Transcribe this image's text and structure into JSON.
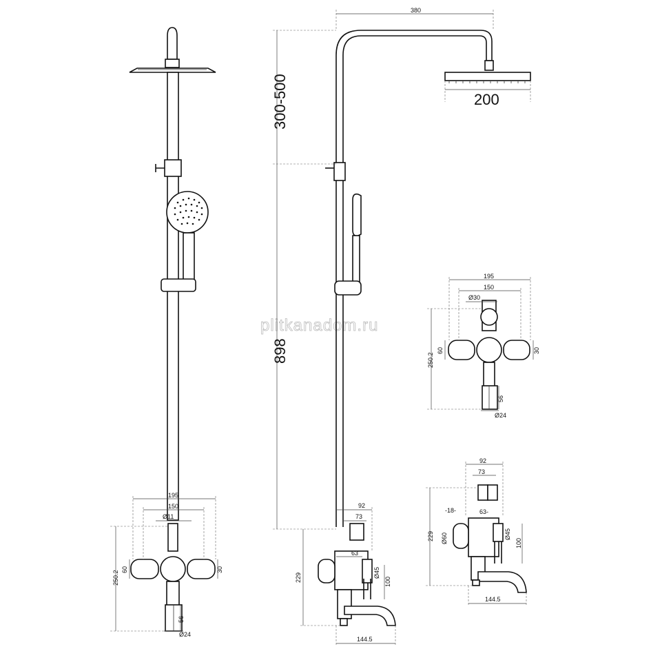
{
  "watermark": "plitkanadom.ru",
  "front_view": {
    "dims": {
      "w195": "195",
      "w150": "150",
      "d11": "Ø11",
      "h60": "60",
      "h250": "250.2",
      "h30": "30",
      "h56": "56",
      "d24": "Ø24"
    }
  },
  "side_view": {
    "dims": {
      "top380": "380",
      "head200": "200",
      "range300": "300-500",
      "bar898": "898",
      "w92": "92",
      "w73": "73",
      "w63": "63",
      "d45": "Ø45",
      "h100": "100",
      "h229": "229",
      "w144": "144.5"
    }
  },
  "detail_front": {
    "dims": {
      "w195": "195",
      "w150": "150",
      "d30": "Ø30",
      "h60": "60",
      "h250": "250.2",
      "h30": "30",
      "h56": "56",
      "d24": "Ø24"
    }
  },
  "detail_side": {
    "dims": {
      "w92": "92",
      "w73": "73",
      "w18": "-18-",
      "w63": "63-",
      "d60": "Ø60",
      "d45": "Ø45",
      "h229": "229",
      "h100": "100",
      "w144": "144.5"
    }
  }
}
